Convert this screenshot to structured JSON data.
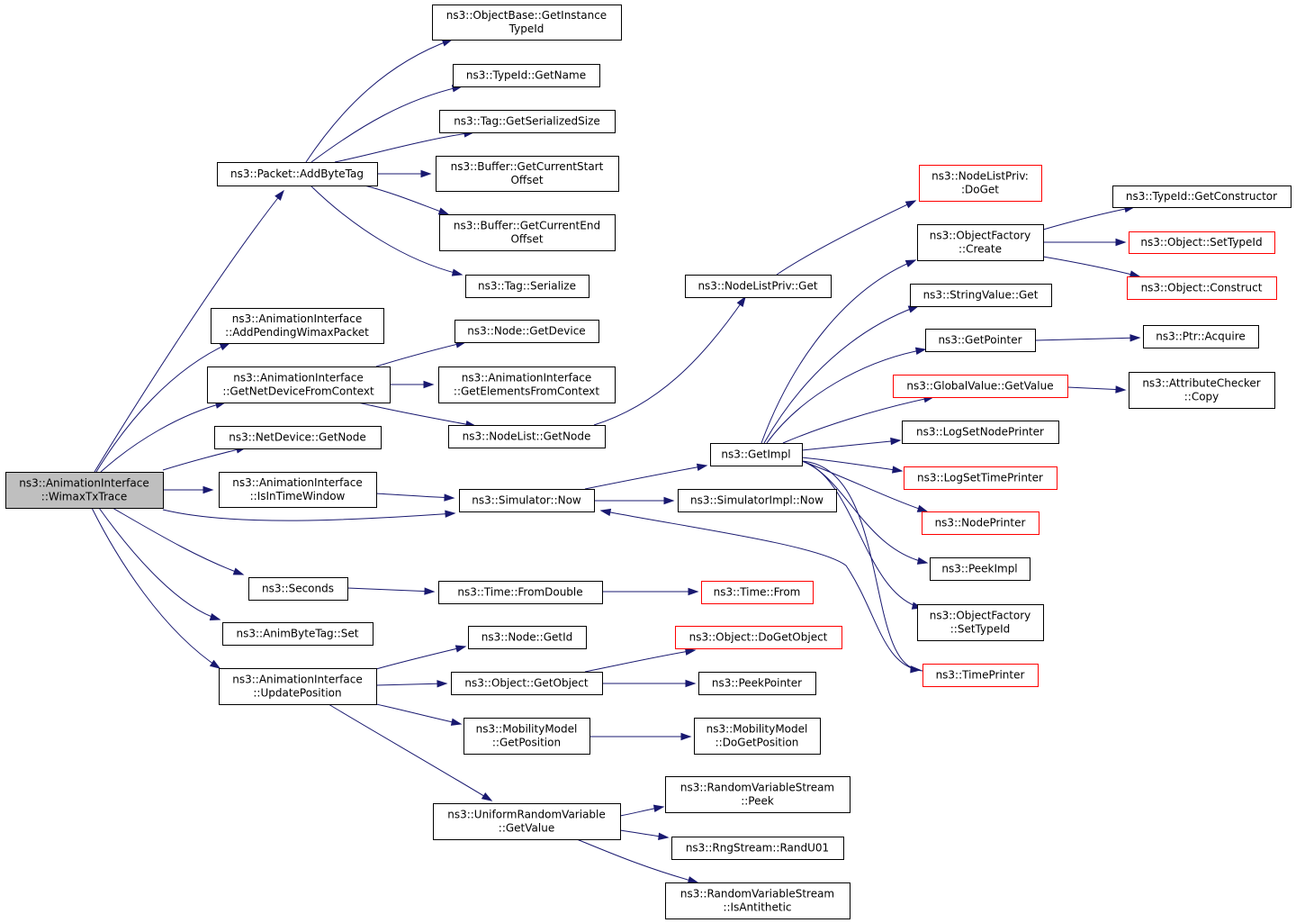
{
  "graph": {
    "nodes": [
      {
        "id": "root",
        "lines": [
          "ns3::AnimationInterface",
          "::WimaxTxTrace"
        ],
        "style": "root"
      },
      {
        "id": "addbytetag",
        "lines": [
          "ns3::Packet::AddByteTag"
        ],
        "style": "normal"
      },
      {
        "id": "getinstancetypeid",
        "lines": [
          "ns3::ObjectBase::GetInstance",
          "TypeId"
        ],
        "style": "normal"
      },
      {
        "id": "typeid_getname",
        "lines": [
          "ns3::TypeId::GetName"
        ],
        "style": "normal"
      },
      {
        "id": "tag_getserializedsize",
        "lines": [
          "ns3::Tag::GetSerializedSize"
        ],
        "style": "normal"
      },
      {
        "id": "buffer_getcurrentstart",
        "lines": [
          "ns3::Buffer::GetCurrentStart",
          "Offset"
        ],
        "style": "normal"
      },
      {
        "id": "buffer_getcurrentend",
        "lines": [
          "ns3::Buffer::GetCurrentEnd",
          "Offset"
        ],
        "style": "normal"
      },
      {
        "id": "tag_serialize",
        "lines": [
          "ns3::Tag::Serialize"
        ],
        "style": "normal"
      },
      {
        "id": "addpendingwimax",
        "lines": [
          "ns3::AnimationInterface",
          "::AddPendingWimaxPacket"
        ],
        "style": "normal"
      },
      {
        "id": "getnetdevicefromcontext",
        "lines": [
          "ns3::AnimationInterface",
          "::GetNetDeviceFromContext"
        ],
        "style": "normal"
      },
      {
        "id": "node_getdevice",
        "lines": [
          "ns3::Node::GetDevice"
        ],
        "style": "normal"
      },
      {
        "id": "getelementsfromcontext",
        "lines": [
          "ns3::AnimationInterface",
          "::GetElementsFromContext"
        ],
        "style": "normal"
      },
      {
        "id": "nodelist_getnode",
        "lines": [
          "ns3::NodeList::GetNode"
        ],
        "style": "normal"
      },
      {
        "id": "netdevice_getnode",
        "lines": [
          "ns3::NetDevice::GetNode"
        ],
        "style": "normal"
      },
      {
        "id": "isintimewindow",
        "lines": [
          "ns3::AnimationInterface",
          "::IsInTimeWindow"
        ],
        "style": "normal"
      },
      {
        "id": "simulator_now",
        "lines": [
          "ns3::Simulator::Now"
        ],
        "style": "normal"
      },
      {
        "id": "simulatorimpl_now",
        "lines": [
          "ns3::SimulatorImpl::Now"
        ],
        "style": "normal"
      },
      {
        "id": "getimpl",
        "lines": [
          "ns3::GetImpl"
        ],
        "style": "normal"
      },
      {
        "id": "nodelistpriv_get",
        "lines": [
          "ns3::NodeListPriv::Get"
        ],
        "style": "normal"
      },
      {
        "id": "nodelistpriv_doget",
        "lines": [
          "ns3::NodeListPriv:",
          ":DoGet"
        ],
        "style": "red"
      },
      {
        "id": "objectfactory_create",
        "lines": [
          "ns3::ObjectFactory",
          "::Create"
        ],
        "style": "normal"
      },
      {
        "id": "typeid_getconstructor",
        "lines": [
          "ns3::TypeId::GetConstructor"
        ],
        "style": "normal"
      },
      {
        "id": "object_settypeid",
        "lines": [
          "ns3::Object::SetTypeId"
        ],
        "style": "red"
      },
      {
        "id": "object_construct",
        "lines": [
          "ns3::Object::Construct"
        ],
        "style": "red"
      },
      {
        "id": "stringvalue_get",
        "lines": [
          "ns3::StringValue::Get"
        ],
        "style": "normal"
      },
      {
        "id": "getpointer",
        "lines": [
          "ns3::GetPointer"
        ],
        "style": "normal"
      },
      {
        "id": "ptr_acquire",
        "lines": [
          "ns3::Ptr::Acquire"
        ],
        "style": "normal"
      },
      {
        "id": "globalvalue_getvalue",
        "lines": [
          "ns3::GlobalValue::GetValue"
        ],
        "style": "red"
      },
      {
        "id": "attributechecker_copy",
        "lines": [
          "ns3::AttributeChecker",
          "::Copy"
        ],
        "style": "normal"
      },
      {
        "id": "logsetnodeprinter",
        "lines": [
          "ns3::LogSetNodePrinter"
        ],
        "style": "normal"
      },
      {
        "id": "logsettimeprinter",
        "lines": [
          "ns3::LogSetTimePrinter"
        ],
        "style": "red"
      },
      {
        "id": "nodeprinter",
        "lines": [
          "ns3::NodePrinter"
        ],
        "style": "red"
      },
      {
        "id": "peekimpl",
        "lines": [
          "ns3::PeekImpl"
        ],
        "style": "normal"
      },
      {
        "id": "objectfactory_settypeid",
        "lines": [
          "ns3::ObjectFactory",
          "::SetTypeId"
        ],
        "style": "normal"
      },
      {
        "id": "timeprinter",
        "lines": [
          "ns3::TimePrinter"
        ],
        "style": "red"
      },
      {
        "id": "seconds",
        "lines": [
          "ns3::Seconds"
        ],
        "style": "normal"
      },
      {
        "id": "time_fromdouble",
        "lines": [
          "ns3::Time::FromDouble"
        ],
        "style": "normal"
      },
      {
        "id": "time_from",
        "lines": [
          "ns3::Time::From"
        ],
        "style": "red"
      },
      {
        "id": "animbytetag_set",
        "lines": [
          "ns3::AnimByteTag::Set"
        ],
        "style": "normal"
      },
      {
        "id": "updateposition",
        "lines": [
          "ns3::AnimationInterface",
          "::UpdatePosition"
        ],
        "style": "normal"
      },
      {
        "id": "node_getid",
        "lines": [
          "ns3::Node::GetId"
        ],
        "style": "normal"
      },
      {
        "id": "object_getobject",
        "lines": [
          "ns3::Object::GetObject"
        ],
        "style": "normal"
      },
      {
        "id": "object_dogetobject",
        "lines": [
          "ns3::Object::DoGetObject"
        ],
        "style": "red"
      },
      {
        "id": "peekpointer",
        "lines": [
          "ns3::PeekPointer"
        ],
        "style": "normal"
      },
      {
        "id": "mobilitymodel_getposition",
        "lines": [
          "ns3::MobilityModel",
          "::GetPosition"
        ],
        "style": "normal"
      },
      {
        "id": "mobilitymodel_dogetposition",
        "lines": [
          "ns3::MobilityModel",
          "::DoGetPosition"
        ],
        "style": "normal"
      },
      {
        "id": "uniformrandom_getvalue",
        "lines": [
          "ns3::UniformRandomVariable",
          "::GetValue"
        ],
        "style": "normal"
      },
      {
        "id": "rvs_peek",
        "lines": [
          "ns3::RandomVariableStream",
          "::Peek"
        ],
        "style": "normal"
      },
      {
        "id": "rngstream_randu01",
        "lines": [
          "ns3::RngStream::RandU01"
        ],
        "style": "normal"
      },
      {
        "id": "rvs_isantithetic",
        "lines": [
          "ns3::RandomVariableStream",
          "::IsAntithetic"
        ],
        "style": "normal"
      }
    ],
    "edges": [
      [
        "root",
        "addbytetag"
      ],
      [
        "root",
        "addpendingwimax"
      ],
      [
        "root",
        "getnetdevicefromcontext"
      ],
      [
        "root",
        "netdevice_getnode"
      ],
      [
        "root",
        "isintimewindow"
      ],
      [
        "root",
        "simulator_now"
      ],
      [
        "root",
        "seconds"
      ],
      [
        "root",
        "animbytetag_set"
      ],
      [
        "root",
        "updateposition"
      ],
      [
        "addbytetag",
        "getinstancetypeid"
      ],
      [
        "addbytetag",
        "typeid_getname"
      ],
      [
        "addbytetag",
        "tag_getserializedsize"
      ],
      [
        "addbytetag",
        "buffer_getcurrentstart"
      ],
      [
        "addbytetag",
        "buffer_getcurrentend"
      ],
      [
        "addbytetag",
        "tag_serialize"
      ],
      [
        "getnetdevicefromcontext",
        "node_getdevice"
      ],
      [
        "getnetdevicefromcontext",
        "getelementsfromcontext"
      ],
      [
        "getnetdevicefromcontext",
        "nodelist_getnode"
      ],
      [
        "nodelist_getnode",
        "nodelistpriv_get"
      ],
      [
        "nodelistpriv_get",
        "nodelistpriv_doget"
      ],
      [
        "isintimewindow",
        "simulator_now"
      ],
      [
        "simulator_now",
        "getimpl"
      ],
      [
        "simulator_now",
        "simulatorimpl_now"
      ],
      [
        "getimpl",
        "objectfactory_create"
      ],
      [
        "getimpl",
        "stringvalue_get"
      ],
      [
        "getimpl",
        "getpointer"
      ],
      [
        "getimpl",
        "globalvalue_getvalue"
      ],
      [
        "getimpl",
        "logsetnodeprinter"
      ],
      [
        "getimpl",
        "logsettimeprinter"
      ],
      [
        "getimpl",
        "nodeprinter"
      ],
      [
        "getimpl",
        "peekimpl"
      ],
      [
        "getimpl",
        "objectfactory_settypeid"
      ],
      [
        "getimpl",
        "timeprinter"
      ],
      [
        "objectfactory_create",
        "typeid_getconstructor"
      ],
      [
        "objectfactory_create",
        "object_settypeid"
      ],
      [
        "objectfactory_create",
        "object_construct"
      ],
      [
        "getpointer",
        "ptr_acquire"
      ],
      [
        "globalvalue_getvalue",
        "attributechecker_copy"
      ],
      [
        "timeprinter",
        "simulator_now"
      ],
      [
        "seconds",
        "time_fromdouble"
      ],
      [
        "time_fromdouble",
        "time_from"
      ],
      [
        "updateposition",
        "node_getid"
      ],
      [
        "updateposition",
        "object_getobject"
      ],
      [
        "updateposition",
        "mobilitymodel_getposition"
      ],
      [
        "updateposition",
        "uniformrandom_getvalue"
      ],
      [
        "object_getobject",
        "object_dogetobject"
      ],
      [
        "object_getobject",
        "peekpointer"
      ],
      [
        "mobilitymodel_getposition",
        "mobilitymodel_dogetposition"
      ],
      [
        "uniformrandom_getvalue",
        "rvs_peek"
      ],
      [
        "uniformrandom_getvalue",
        "rngstream_randu01"
      ],
      [
        "uniformrandom_getvalue",
        "rvs_isantithetic"
      ]
    ]
  },
  "colors": {
    "edge": "#191970",
    "root_fill": "#bfbfbf",
    "red_border": "#ff0000"
  }
}
